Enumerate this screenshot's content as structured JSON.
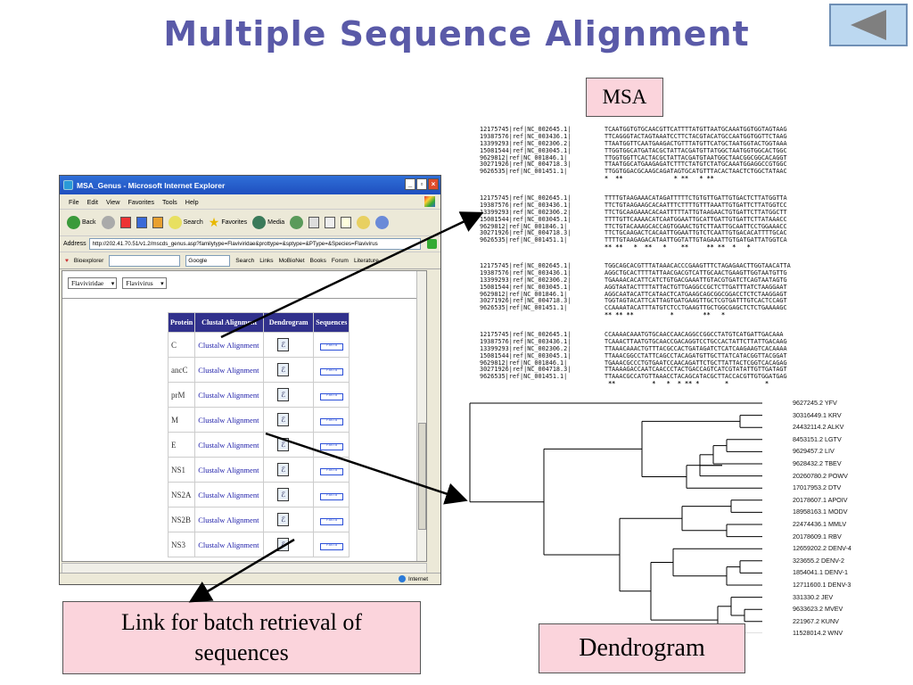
{
  "slide": {
    "title": "Multiple Sequence Alignment"
  },
  "callouts": {
    "msa": "MSA",
    "dendrogram": "Dendrogram",
    "link_line1": "Link for batch retrieval of",
    "link_line2": "sequences"
  },
  "browser": {
    "title": "MSA_Genus - Microsoft Internet Explorer",
    "menu": [
      "File",
      "Edit",
      "View",
      "Favorites",
      "Tools",
      "Help"
    ],
    "toolbar": {
      "back": "Back",
      "search": "Search",
      "favorites": "Favorites",
      "media": "Media"
    },
    "address_label": "Address",
    "address_value": "http://202.41.70.51/v1.2/mscds_genus.asp?familytype=Flaviviridae&prottype=&sptype=&PType=&Species=Flavivirus",
    "links": {
      "bioexplorer": "Bioexplorer",
      "google": "Google",
      "search": "Search",
      "links": "Links",
      "mobionet": "MoBioNet",
      "books": "Books",
      "forum": "Forum",
      "literature": "Literature"
    },
    "family_select": "Flaviviridae",
    "genus_select": "Flavivirus",
    "status": "Internet"
  },
  "protein_table": {
    "headers": [
      "Protein",
      "Clustal Alignment",
      "Dendrogram",
      "Sequences"
    ],
    "link_label": "Clustalw Alignment",
    "sequences_icon": "FASTA",
    "rows": [
      "C",
      "ancC",
      "prM",
      "M",
      "E",
      "NS1",
      "NS2A",
      "NS2B",
      "NS3"
    ]
  },
  "msa": {
    "ids": [
      "12175745|ref|NC_002645.1|",
      "19387576|ref|NC_003436.1|",
      "13399293|ref|NC_002306.2|",
      "15081544|ref|NC_003045.1|",
      "9629812|ref|NC_001846.1|",
      "30271926|ref|NC_004718.3|",
      "9626535|ref|NC_001451.1|"
    ],
    "blocks": [
      {
        "seqs": [
          "TCAATGGTGTGCAACGTTCATTTTATGTTAATGCAAATGGTGGTAGTAAG",
          "TTCAGGGTACTAGTAAATCCTTCTACGTACATGCCAATGGTGGTTCTAAG",
          "TTAATGGTTCAATGAAGACTGTTTATGTTCATGCTAATGGTACTGGTAAA",
          "TTGGTGGCATGATACGCTATTACGATGTTATGGCTAATGGTGGCACTGGC",
          "TTGGTGGTTCACTACGCTATTACGATGTAATGGCTAACGGCGGCACAGGT",
          "TTAATGGCATGAAGAGATCTTTCTATGTCTATGCAAATGGAGGCCGTGGC",
          "TTGGTGGACGCAAGCAGATAGTGCATGTTTACACTAACTCTGGCTATAAC"
        ],
        "consensus": "*  **              * **   * **"
      },
      {
        "seqs": [
          "TTTTGTAAGAAACATAGATTTTTCTGTGTTGATTGTGACTCTTATGGTTA",
          "TTCTGTAAGAAGCACAATTTCTTTTGTTTAAATTGTGATTCTTATGGTCC",
          "TTCTGCAAGAAACACAATTTTTATTGTAAGAACTGTGATTCTTATGGCTT",
          "TTTTGTTCAAAACATCAATGGAATTGCATTGATTGTGATTCTTATAAACC",
          "TTCTGTACAAAGCACCAGTGGAACTGTCTTAATTGCAATTCCTGGAAACC",
          "TTCTGCAAGACTCACAATTGGAATTGTCTCAATTGTGACACATTTTGCAC",
          "TTTTGTAAGAGACATAATTGGTATTGTAGAAATTGTGATGATTATGGTCA"
        ],
        "consensus": "** **   *  **   *    **     ** **  *   *"
      },
      {
        "seqs": [
          "TGGCAGCACGTTTATAAACACCCGAAGTTTCTAGAGAACTTGGTAACATTA",
          "AGGCTGCACTTTTATTAACGACGTCATTGCAACTGAAGTTGGTAATGTTG",
          "TGAAAACACATTCATCTGTGACGAAATTGTACGTGATCTCAGTAATAGTG",
          "AGGTAATACTTTTATTACTGTTGAGGCCGCTCTTGATTTATCTAAGGAAT",
          "AGGCAATACATTCATAACTCATGAAGCAGCGGCGGACCTCTCTAAGGAGT",
          "TGGTAGTACATTCATTAGTGATGAAGTTGCTCGTGATTTGTCACTCCAGT",
          "CCAAAATACATTTATGTCTCCTGAAGTTGCTGGCGAGCTCTCTGAAAAGC"
        ],
        "consensus": "** ** **          *        **   *"
      },
      {
        "seqs": [
          "CCAAAACAAATGTGCAACCAACAGGCCGGCCTATGTCATGATTGACAAA",
          "TCAAACTTAATGTGCAACCGACAGGTCCTGCCACTATTCTTATTGACAAG",
          "TTAAACAAACTGTTTACGCCACTGATAGATCTCATCAAGAAGTCACAAAA",
          "TTAAACGGCCTATTCAGCCTACAGATGTTGCTTATCATACGGTTACGGAT",
          "TGAAACGCCCTGTGAATCCAACAGATTCTGCTTATTACTCGGTCACAGAG",
          "TTAAAAGACCAATCAACCCTACTGACCAGTCATCGTATATTGTTGATAGT",
          "TTAAACGCCATGTTAAACCTACAGCATACGCTTACCACGTTGTGGATGAG"
        ],
        "consensus": " **          *   *  * ** *       *          *"
      }
    ]
  },
  "dendrogram": {
    "leaves": [
      "9627245.2 YFV",
      "30316449.1 KRV",
      "24432114.2 ALKV",
      "8453151.2 LGTV",
      "9629457.2 LIV",
      "9628432.2 TBEV",
      "20260780.2 POWV",
      "17017953.2 DTV",
      "20178607.1 APOIV",
      "18958163.1 MODV",
      "22474436.1 MMLV",
      "20178609.1 RBV",
      "12659202.2 DENV-4",
      "323655.2 DENV-2",
      "1854041.1 DENV-1",
      "12711600.1 DENV-3",
      "331330.2 JEV",
      "9633623.2 MVEV",
      "221967.2 KUNV",
      "11528014.2 WNV"
    ]
  },
  "colors": {
    "title": "#5a5aa8",
    "callout_fill": "#fbd4dc",
    "table_header": "#31318c",
    "link": "#1a1aa8",
    "nav_button": "#bcd8f0"
  }
}
